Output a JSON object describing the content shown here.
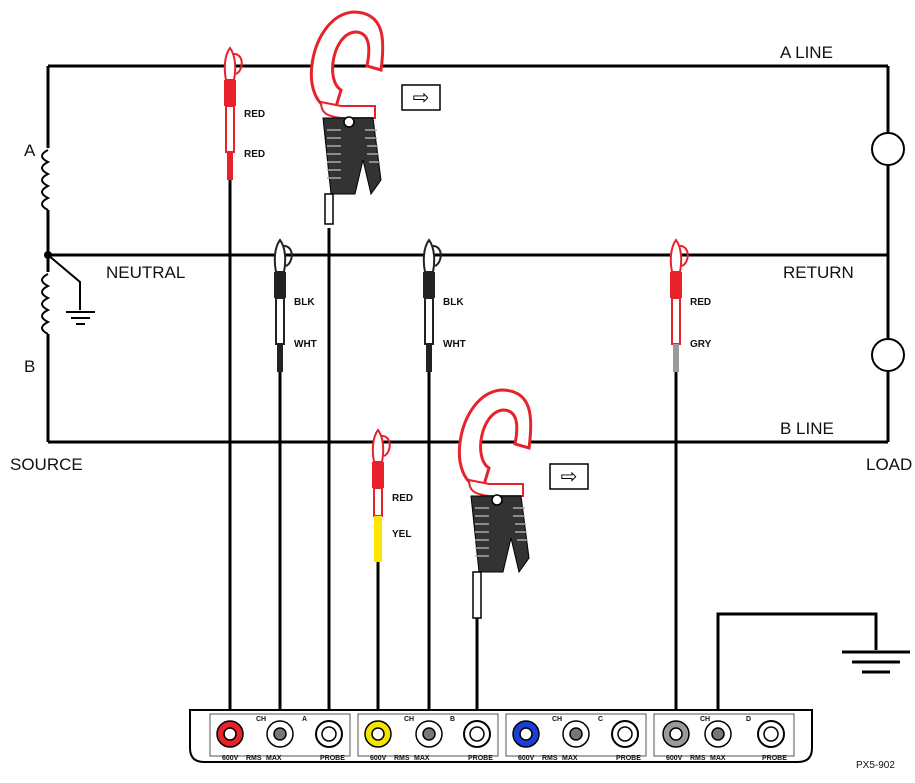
{
  "diagram": {
    "lines": {
      "a_line": "A  LINE",
      "b_line": "B  LINE",
      "neutral": "NEUTRAL",
      "return": "RETURN",
      "source": "SOURCE",
      "load": "LOAD",
      "coil_a": "A",
      "coil_b": "B"
    },
    "probes": [
      {
        "id": "ch-a-red",
        "tip_label": "RED",
        "body_label": "RED",
        "tip_color": "#e8222a",
        "body_color": "#e8222a"
      },
      {
        "id": "ch-a-blk",
        "tip_label": "BLK",
        "body_label": "WHT",
        "tip_color": "#222222",
        "body_color": "#ffffff"
      },
      {
        "id": "ch-b-red",
        "tip_label": "RED",
        "body_label": "YEL",
        "tip_color": "#e8222a",
        "body_color": "#ffe600"
      },
      {
        "id": "ch-b-blk",
        "tip_label": "BLK",
        "body_label": "WHT",
        "tip_color": "#222222",
        "body_color": "#ffffff"
      },
      {
        "id": "ch-d-red",
        "tip_label": "RED",
        "body_label": "GRY",
        "tip_color": "#e8222a",
        "body_color": "#9a9a9a"
      }
    ],
    "arrows": [
      "⇨",
      "⇨"
    ],
    "panel": {
      "channels": [
        {
          "ch": "CH",
          "name": "A",
          "jack_color": "#e8222a"
        },
        {
          "ch": "CH",
          "name": "B",
          "jack_color": "#f2e600"
        },
        {
          "ch": "CH",
          "name": "C",
          "jack_color": "#1a3fd6"
        },
        {
          "ch": "CH",
          "name": "D",
          "jack_color": "#9a9a9a"
        }
      ],
      "jack_labels": {
        "v": "600V",
        "rms": "RMS",
        "max": "MAX",
        "probe": "PROBE"
      }
    },
    "figure_id": "PX5-902"
  }
}
